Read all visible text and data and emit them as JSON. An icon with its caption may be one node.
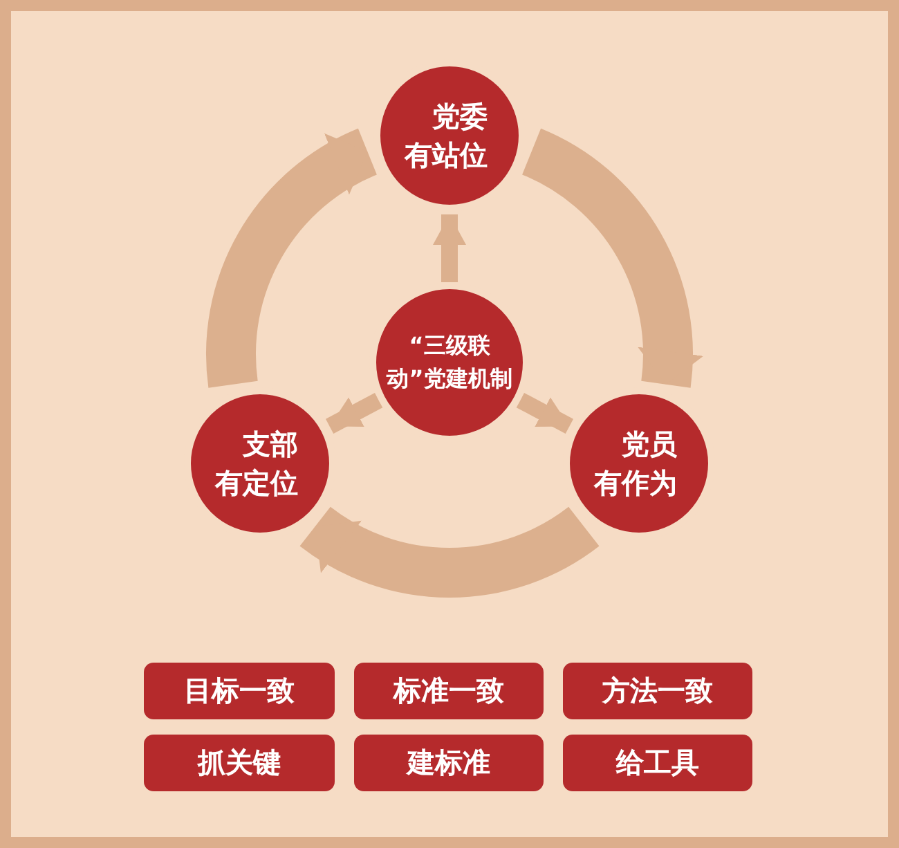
{
  "diagram": {
    "nodes": [
      {
        "text": [
          "“三级联动”党建机制"
        ]
      },
      {
        "text": [
          "党委有站位"
        ]
      },
      {
        "text": [
          "支部有定位"
        ]
      },
      {
        "text": [
          "党员有作为"
        ]
      },
      {
        "text": [
          "目标一致"
        ]
      },
      {
        "text": [
          "标准一致"
        ]
      },
      {
        "text": [
          "方法一致"
        ]
      },
      {
        "text": [
          "抓关键"
        ]
      },
      {
        "text": [
          "建标准"
        ]
      },
      {
        "text": [
          "给工具"
        ]
      }
    ],
    "edges": [
      {
        "from": 0,
        "to": 1,
        "arrow": "to"
      },
      {
        "from": 0,
        "to": 2,
        "arrow": "to"
      },
      {
        "from": 0,
        "to": 3,
        "arrow": "to"
      },
      {
        "from": 2,
        "to": 1,
        "arrow": "to",
        "style": "thick"
      },
      {
        "from": 1,
        "to": 3,
        "arrow": "to",
        "style": "thick"
      },
      {
        "from": 3,
        "to": 2,
        "arrow": "to",
        "style": "thick"
      }
    ]
  }
}
